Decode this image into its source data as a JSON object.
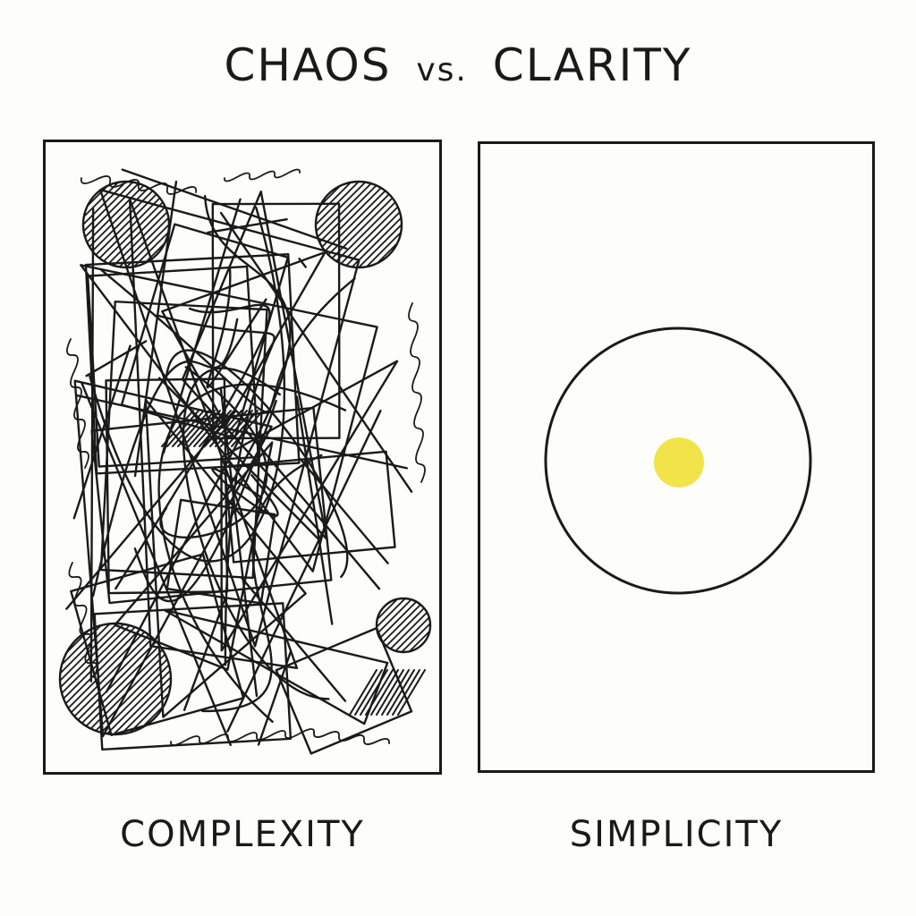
{
  "header": {
    "title_left": "CHAOS",
    "title_vs": "vs.",
    "title_right": "CLARITY"
  },
  "left_panel": {
    "caption": "COMPLEXITY",
    "stroke_color": "#1a1a1a"
  },
  "right_panel": {
    "caption": "SIMPLICITY",
    "circle_color": "#1a1a1a",
    "dot_color": "#f2e34a"
  }
}
